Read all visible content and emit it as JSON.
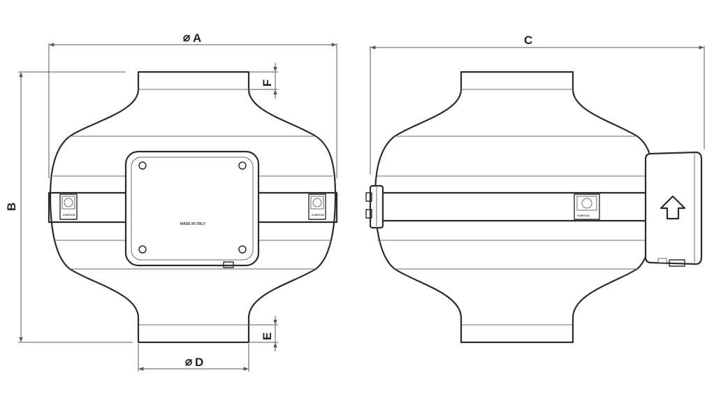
{
  "dimensions": {
    "diameter_symbol": "⌀",
    "A": "A",
    "B": "B",
    "C": "C",
    "D": "D",
    "E": "E",
    "F": "F"
  },
  "front_view": {
    "box_text": "MADE IN ITALY",
    "band_logo_text": "VORTICE"
  },
  "side_view": {
    "band_logo_text": "VORTICE",
    "arrow_icon": "airflow-up-arrow-icon"
  },
  "colors": {
    "line": "#2b2b2b",
    "dimension": "#555555"
  }
}
